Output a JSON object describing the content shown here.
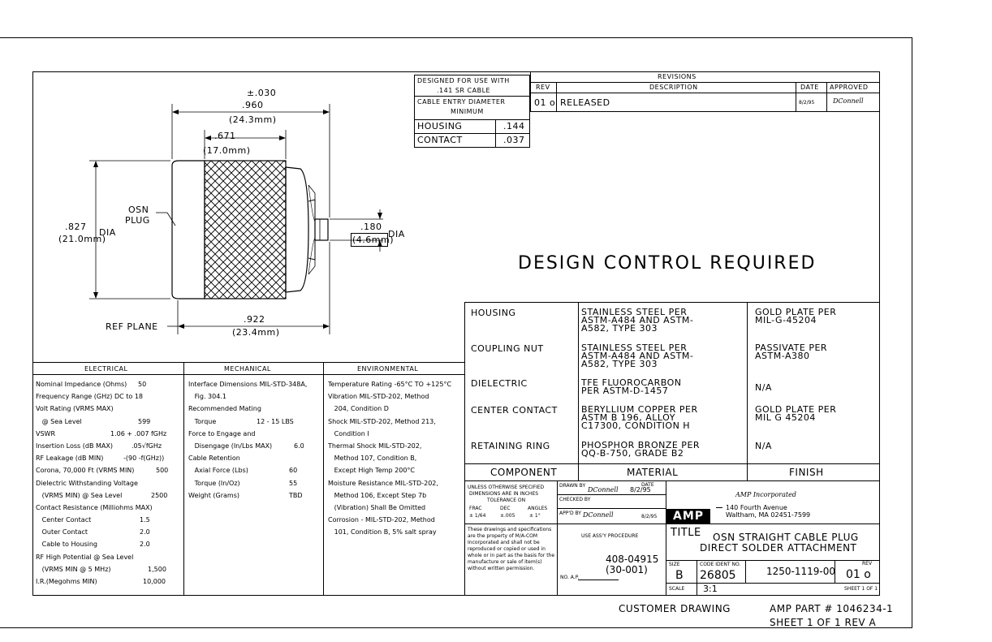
{
  "drawing": {
    "dims": {
      "tol": "±.030",
      "overall_in": ".960",
      "overall_mm": "(24.3mm)",
      "nut_in": ".671",
      "nut_mm": "(17.0mm)",
      "od_in": ".827",
      "od_mm": "(21.0mm)",
      "od_dia": "DIA",
      "pin_in": ".180",
      "pin_mm": "(4.6mm)",
      "pin_dia": "DIA",
      "ref_in": ".922",
      "ref_mm": "(23.4mm)"
    },
    "labels": {
      "osn1": "OSN",
      "osn2": "PLUG",
      "ref_plane": "REF PLANE"
    }
  },
  "cable_info": {
    "designed1": "DESIGNED FOR USE WITH",
    "designed2": ".141 SR CABLE",
    "entry1": "CABLE ENTRY DIAMETER",
    "entry2": "MINIMUM",
    "rows": [
      {
        "label": "HOUSING",
        "value": ".144"
      },
      {
        "label": "CONTACT",
        "value": ".037"
      }
    ]
  },
  "revisions": {
    "title": "REVISIONS",
    "headers": {
      "rev": "REV",
      "desc": "DESCRIPTION",
      "date": "DATE",
      "approved": "APPROVED"
    },
    "row": {
      "rev": "01 o",
      "desc": "RELEASED",
      "date": "8/2/95",
      "approved": "DConnell"
    }
  },
  "design_control": "DESIGN CONTROL REQUIRED",
  "materials": {
    "rows": [
      {
        "component": "HOUSING",
        "material": "STAINLESS STEEL PER\nASTM-A484 AND ASTM-\nA582, TYPE 303",
        "finish": "GOLD PLATE PER\nMIL-G-45204"
      },
      {
        "component": "COUPLING NUT",
        "material": "STAINLESS STEEL PER\nASTM-A484 AND ASTM-\nA582, TYPE 303",
        "finish": "PASSIVATE PER\nASTM-A380"
      },
      {
        "component": "DIELECTRIC",
        "material": "TFE FLUOROCARBON\nPER ASTM-D-1457",
        "finish": "N/A"
      },
      {
        "component": "CENTER CONTACT",
        "material": "BERYLLIUM COPPER PER\nASTM B 196, ALLOY\nC17300, CONDITION H",
        "finish": "GOLD PLATE PER\nMIL G 45204"
      },
      {
        "component": "RETAINING RING",
        "material": "PHOSPHOR BRONZE PER\nQQ-B-750, GRADE B2",
        "finish": "N/A"
      }
    ],
    "headers": {
      "component": "COMPONENT",
      "material": "MATERIAL",
      "finish": "FINISH"
    }
  },
  "specs": {
    "headers": {
      "electrical": "ELECTRICAL",
      "mechanical": "MECHANICAL",
      "environmental": "ENVIRONMENTAL"
    },
    "electrical": [
      {
        "label": "Nominal Impedance (Ohms)",
        "value": "50"
      },
      {
        "label": "Frequency Range (GHz) DC to 18",
        "value": ""
      },
      {
        "label": "Volt Rating (VRMS MAX)",
        "value": ""
      },
      {
        "label": "   @ Sea Level",
        "value": "599"
      },
      {
        "label": "VSWR",
        "value": "1.06 + .007 fGHz"
      },
      {
        "label": "Insertion Loss (dB MAX)",
        "value": ".05√fGHz"
      },
      {
        "label": "RF Leakage (dB MIN)",
        "value": "-(90 -f(GHz))"
      },
      {
        "label": "Corona, 70,000 Ft (VRMS MIN)",
        "value": "500"
      },
      {
        "label": "Dielectric Withstanding Voltage",
        "value": ""
      },
      {
        "label": "   (VRMS MIN) @ Sea Level",
        "value": "2500"
      },
      {
        "label": "Contact Resistance (Milliohms MAX)",
        "value": ""
      },
      {
        "label": "   Center Contact",
        "value": "1.5"
      },
      {
        "label": "   Outer Contact",
        "value": "2.0"
      },
      {
        "label": "   Cable to Housing",
        "value": "2.0"
      },
      {
        "label": "RF High Potential @ Sea Level",
        "value": ""
      },
      {
        "label": "   (VRMS MIN @ 5 MHz)",
        "value": "1,500"
      },
      {
        "label": "I.R.(Megohms MIN)",
        "value": "10,000"
      }
    ],
    "mechanical": [
      {
        "label": "Interface Dimensions MIL-STD-348A,",
        "value": ""
      },
      {
        "label": "   Fig. 304.1",
        "value": ""
      },
      {
        "label": "Recommended Mating",
        "value": ""
      },
      {
        "label": "   Torque",
        "value": "12 - 15 LBS"
      },
      {
        "label": "Force to Engage and",
        "value": ""
      },
      {
        "label": "   Disengage (In/Lbs MAX)",
        "value": "6.0"
      },
      {
        "label": "Cable Retention",
        "value": ""
      },
      {
        "label": "   Axial Force (Lbs)",
        "value": "60"
      },
      {
        "label": "   Torque (In/Oz)",
        "value": "55"
      },
      {
        "label": "Weight (Grams)",
        "value": "TBD"
      }
    ],
    "environmental": [
      "Temperature Rating -65°C TO +125°C",
      "Vibration MIL-STD-202, Method",
      "   204, Condition D",
      "Shock MIL-STD-202, Method 213,",
      "   Condition I",
      "Thermal Shock MIL-STD-202,",
      "   Method 107, Condition B,",
      "   Except High Temp 200°C",
      "Moisture Resistance MIL-STD-202,",
      "   Method 106, Except Step 7b",
      "   (Vibration) Shall Be Omitted",
      "Corrosion - MIL-STD-202, Method",
      "   101, Condition B, 5% salt spray"
    ]
  },
  "title_block": {
    "tol1": "UNLESS OTHERWISE SPECIFIED",
    "tol2": "DIMENSIONS ARE IN INCHES",
    "tol3": "TOLERANCE ON",
    "frac": "FRAC",
    "dec": "DEC",
    "ang": "ANGLES",
    "frac_v": "± 1/64",
    "dec_v": "±.005",
    "ang_v": "± 1°",
    "drawn_by": "DRAWN BY",
    "date_lbl": "DATE",
    "drawn_sig": "DConnell",
    "drawn_date": "8/2/95",
    "checked_by": "CHECKED BY",
    "appd_by": "APP'D BY",
    "appd_sig": "DConnell",
    "appd_date": "8/2/95",
    "logo": "AMP",
    "company": "AMP Incorporated",
    "addr1": "140 Fourth Avenue",
    "addr2": "Waltham, MA 02451-7599",
    "notice": "These drawings and specifications are the property of M/A-COM Incorporated and shall not be reproduced or copied or used in whole or in part as the basis for the manufacture or sale of item(s) without written permission.",
    "use_proc": "USE ASS'Y PROCEDURE",
    "proc1": "408-04915",
    "proc2": "(30-001)",
    "no_ap": "NO. A.P.",
    "title_lbl": "TITLE",
    "title1": "OSN STRAIGHT CABLE PLUG",
    "title2": "DIRECT SOLDER ATTACHMENT",
    "size_lbl": "SIZE",
    "size": "B",
    "cage_lbl": "CODE IDENT NO.",
    "cage": "26805",
    "dwg_no": "1250-1119-00",
    "rev_lbl": "REV",
    "rev": "01 o",
    "scale_lbl": "SCALE",
    "scale": "3:1",
    "sheet": "SHEET 1 OF 1"
  },
  "footer": {
    "customer": "CUSTOMER DRAWING",
    "part": "AMP PART # 1046234-1",
    "sheet": "SHEET 1 OF 1  REV A"
  }
}
